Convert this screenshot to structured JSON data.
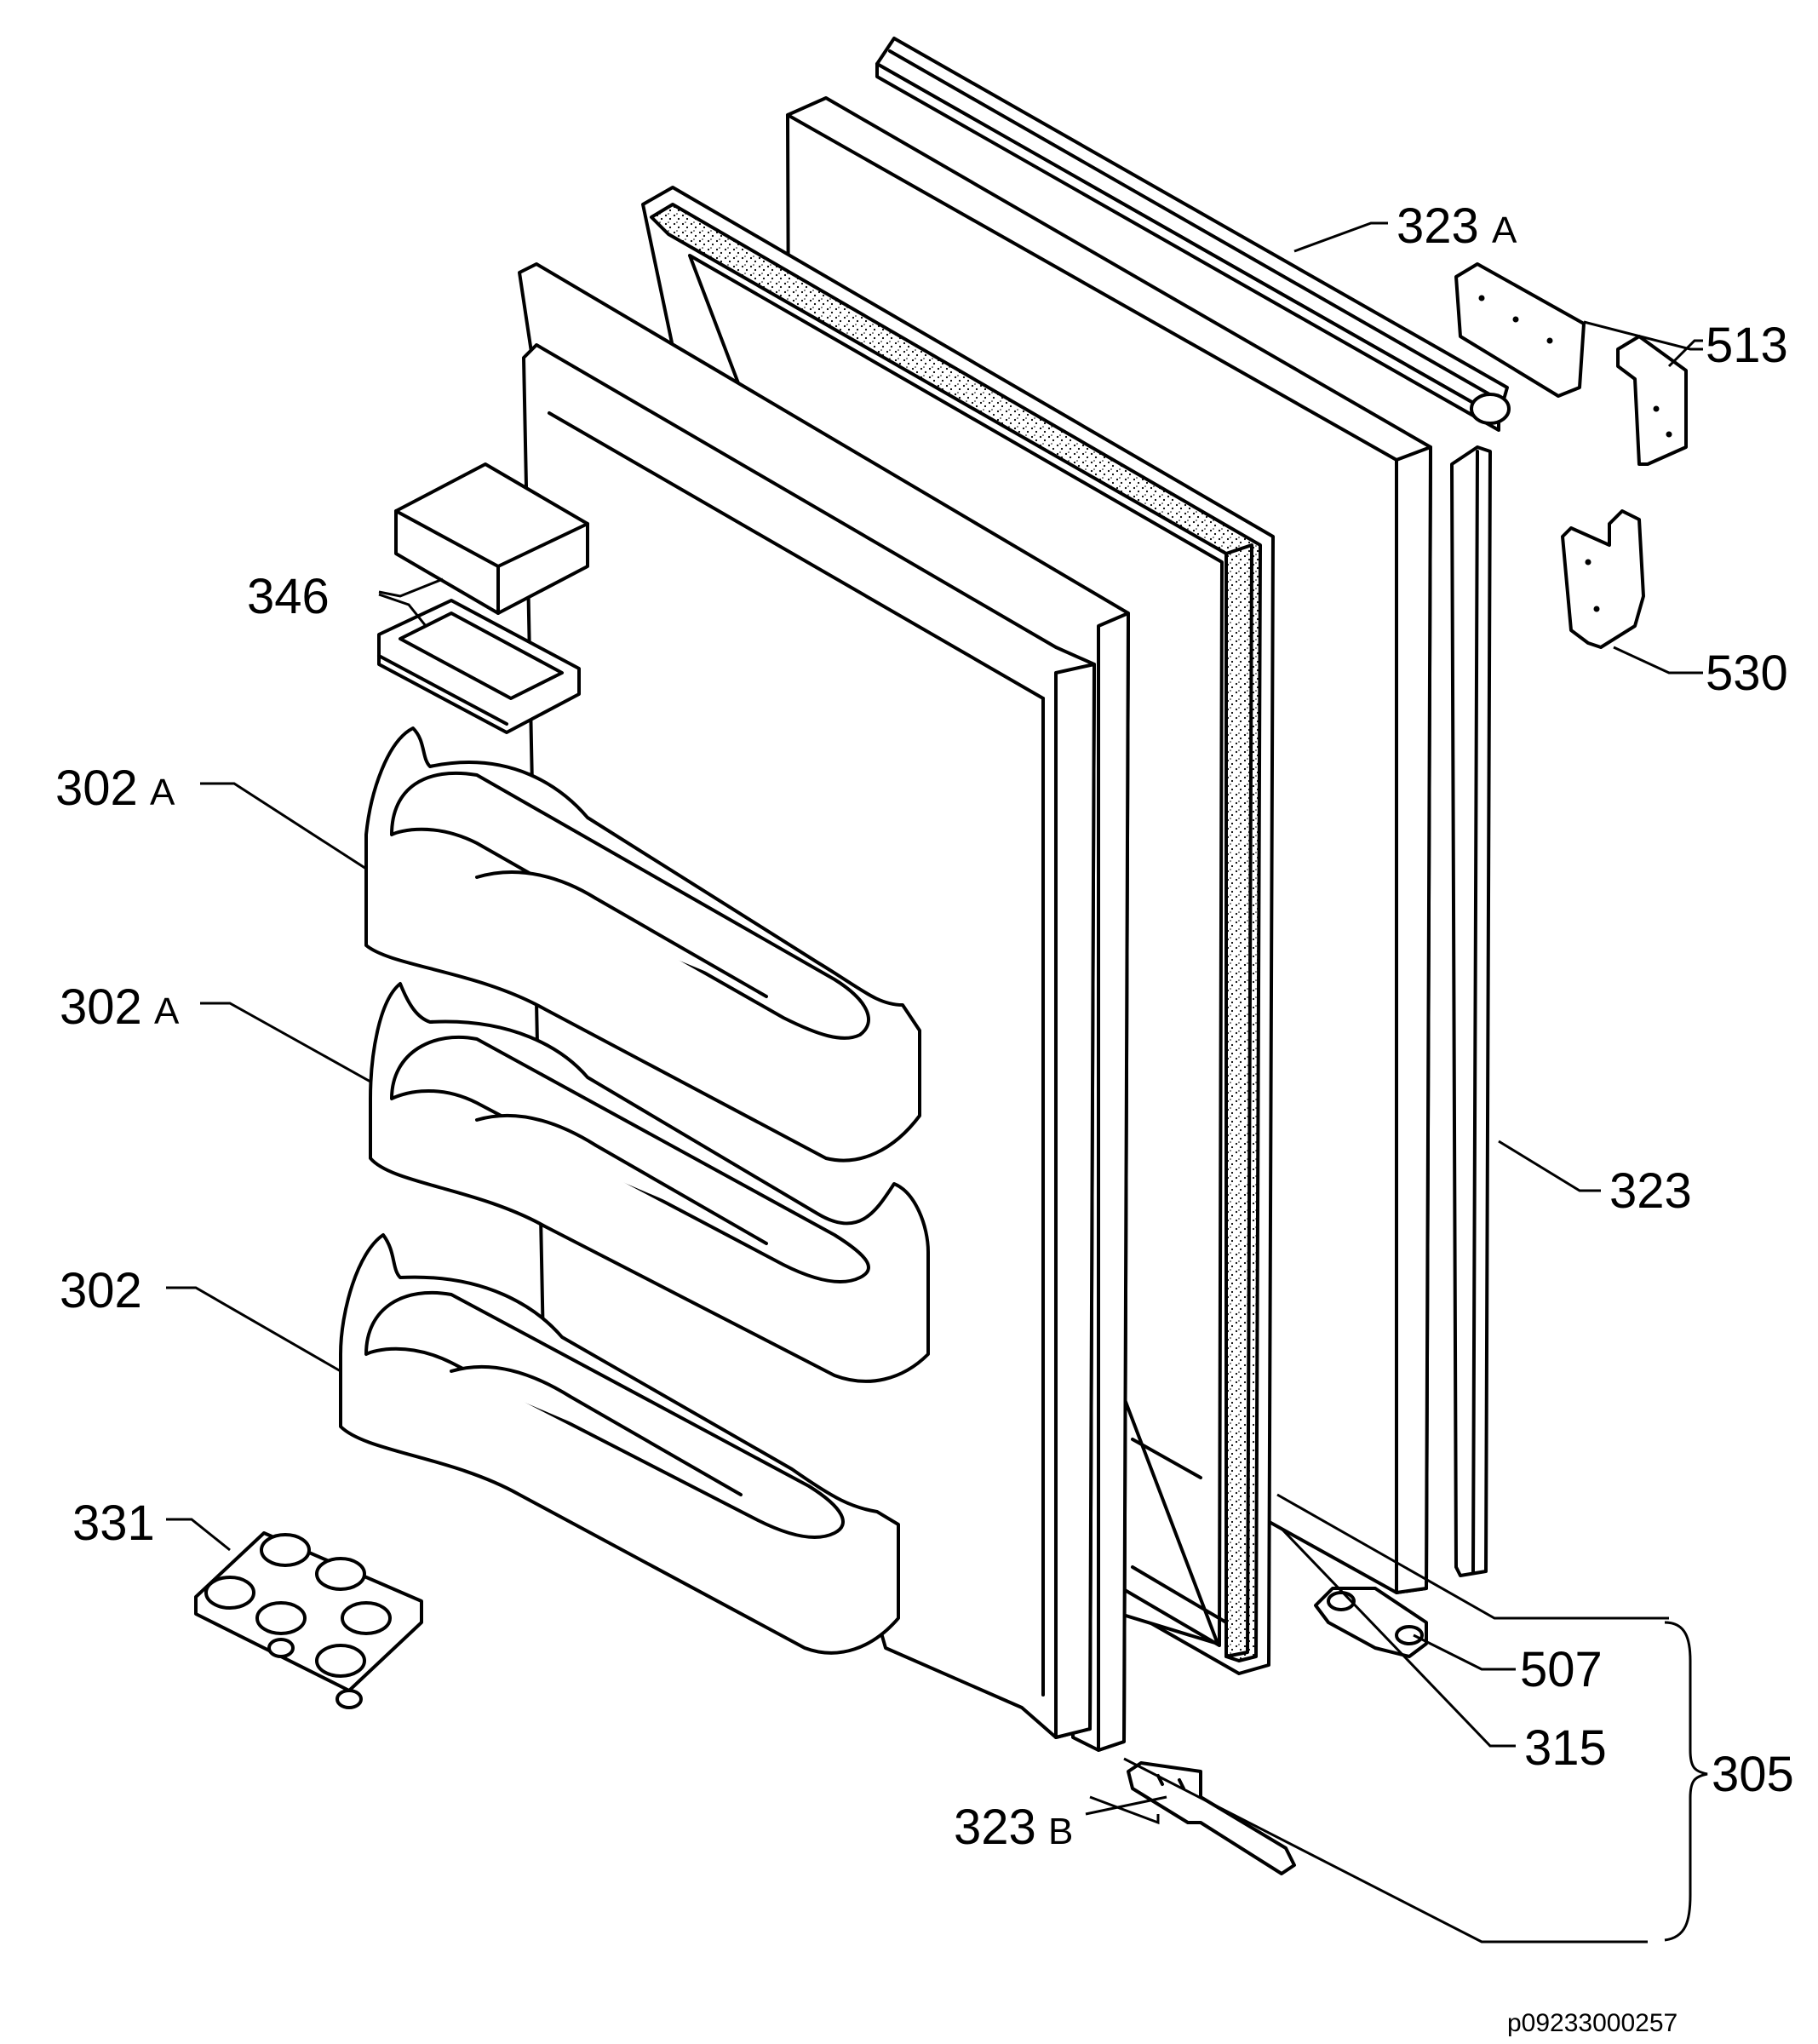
{
  "callouts": {
    "c323A": {
      "num": "323",
      "suffix": "A"
    },
    "c513": {
      "num": "513"
    },
    "c530": {
      "num": "530"
    },
    "c346": {
      "num": "346"
    },
    "c302A_1": {
      "num": "302",
      "suffix": "A"
    },
    "c302A_2": {
      "num": "302",
      "suffix": "A"
    },
    "c302": {
      "num": "302"
    },
    "c323": {
      "num": "323"
    },
    "c331": {
      "num": "331"
    },
    "c507": {
      "num": "507"
    },
    "c315": {
      "num": "315"
    },
    "c305": {
      "num": "305"
    },
    "c323B": {
      "num": "323",
      "suffix": "B"
    }
  },
  "reference_code": "p09233000257",
  "colors": {
    "ink": "#000000",
    "paper": "#ffffff"
  }
}
